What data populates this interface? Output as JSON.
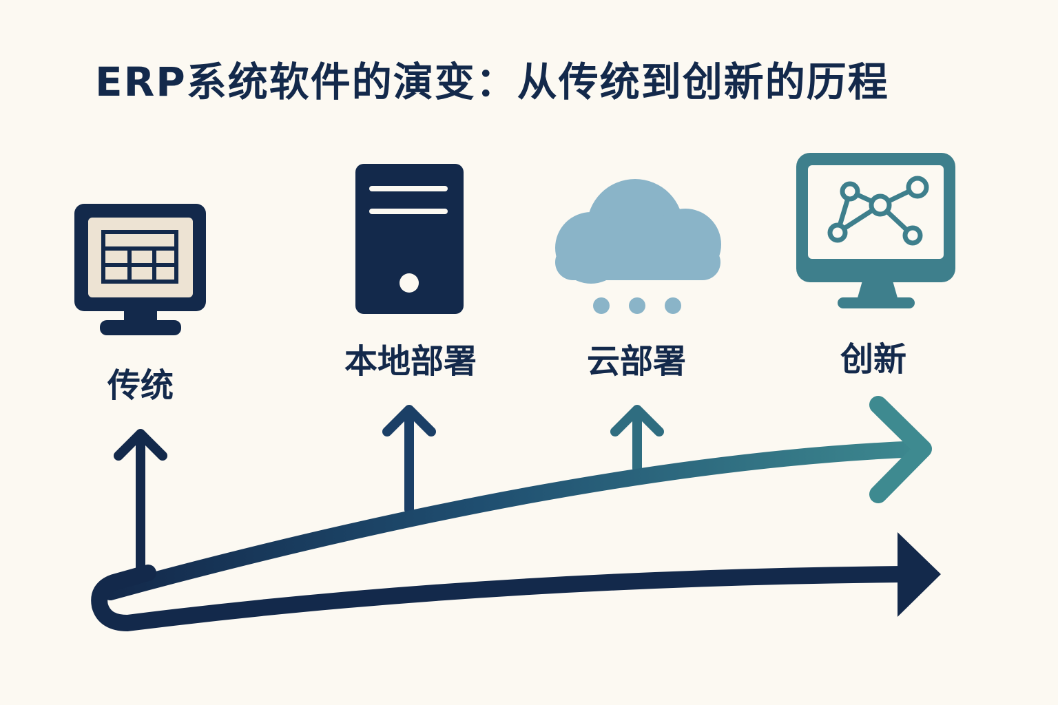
{
  "title": "ERP系统软件的演变：从传统到创新的历程",
  "stages": [
    {
      "label": "传统",
      "icon": "desktop-table-icon",
      "color": "#13294b"
    },
    {
      "label": "本地部署",
      "icon": "server-icon",
      "color": "#13294b"
    },
    {
      "label": "云部署",
      "icon": "cloud-icon",
      "color": "#8ab4c8"
    },
    {
      "label": "创新",
      "icon": "monitor-network-icon",
      "color": "#3e7f8c"
    }
  ],
  "colors": {
    "background": "#fcf9f2",
    "dark": "#13294b",
    "teal": "#3e8a90",
    "cream": "#ede3d3"
  }
}
